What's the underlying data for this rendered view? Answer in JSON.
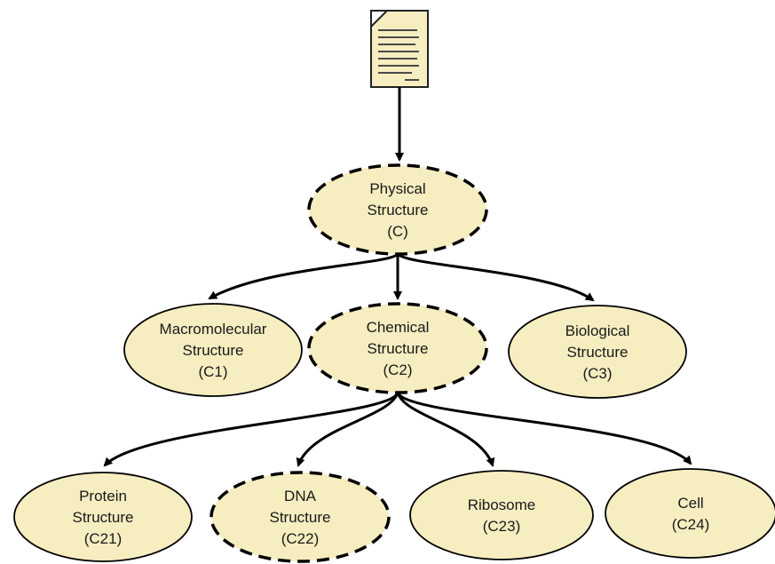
{
  "colors": {
    "node_fill": "#f6edc0",
    "node_stroke": "#000000",
    "edge": "#000000",
    "document_icon_fill": "#f6edc0",
    "document_icon_lines": "#4a4a4a"
  },
  "document_icon": "document-icon",
  "nodes": [
    {
      "id": "C",
      "lines": [
        "Physical",
        "Structure",
        "(C)"
      ],
      "style": "dashed"
    },
    {
      "id": "C1",
      "lines": [
        "Macromolecular",
        "Structure",
        "(C1)"
      ],
      "style": "solid"
    },
    {
      "id": "C2",
      "lines": [
        "Chemical",
        "Structure",
        "(C2)"
      ],
      "style": "dashed"
    },
    {
      "id": "C3",
      "lines": [
        "Biological",
        "Structure",
        "(C3)"
      ],
      "style": "solid"
    },
    {
      "id": "C21",
      "lines": [
        "Protein",
        "Structure",
        "(C21)"
      ],
      "style": "solid"
    },
    {
      "id": "C22",
      "lines": [
        "DNA",
        "Structure",
        "(C22)"
      ],
      "style": "dashed"
    },
    {
      "id": "C23",
      "lines": [
        "Ribosome",
        "(C23)"
      ],
      "style": "solid"
    },
    {
      "id": "C24",
      "lines": [
        "Cell",
        "(C24)"
      ],
      "style": "solid"
    }
  ],
  "edges": [
    {
      "from": "document",
      "to": "C"
    },
    {
      "from": "C",
      "to": "C1"
    },
    {
      "from": "C",
      "to": "C2"
    },
    {
      "from": "C",
      "to": "C3"
    },
    {
      "from": "C2",
      "to": "C21"
    },
    {
      "from": "C2",
      "to": "C22"
    },
    {
      "from": "C2",
      "to": "C23"
    },
    {
      "from": "C2",
      "to": "C24"
    }
  ]
}
